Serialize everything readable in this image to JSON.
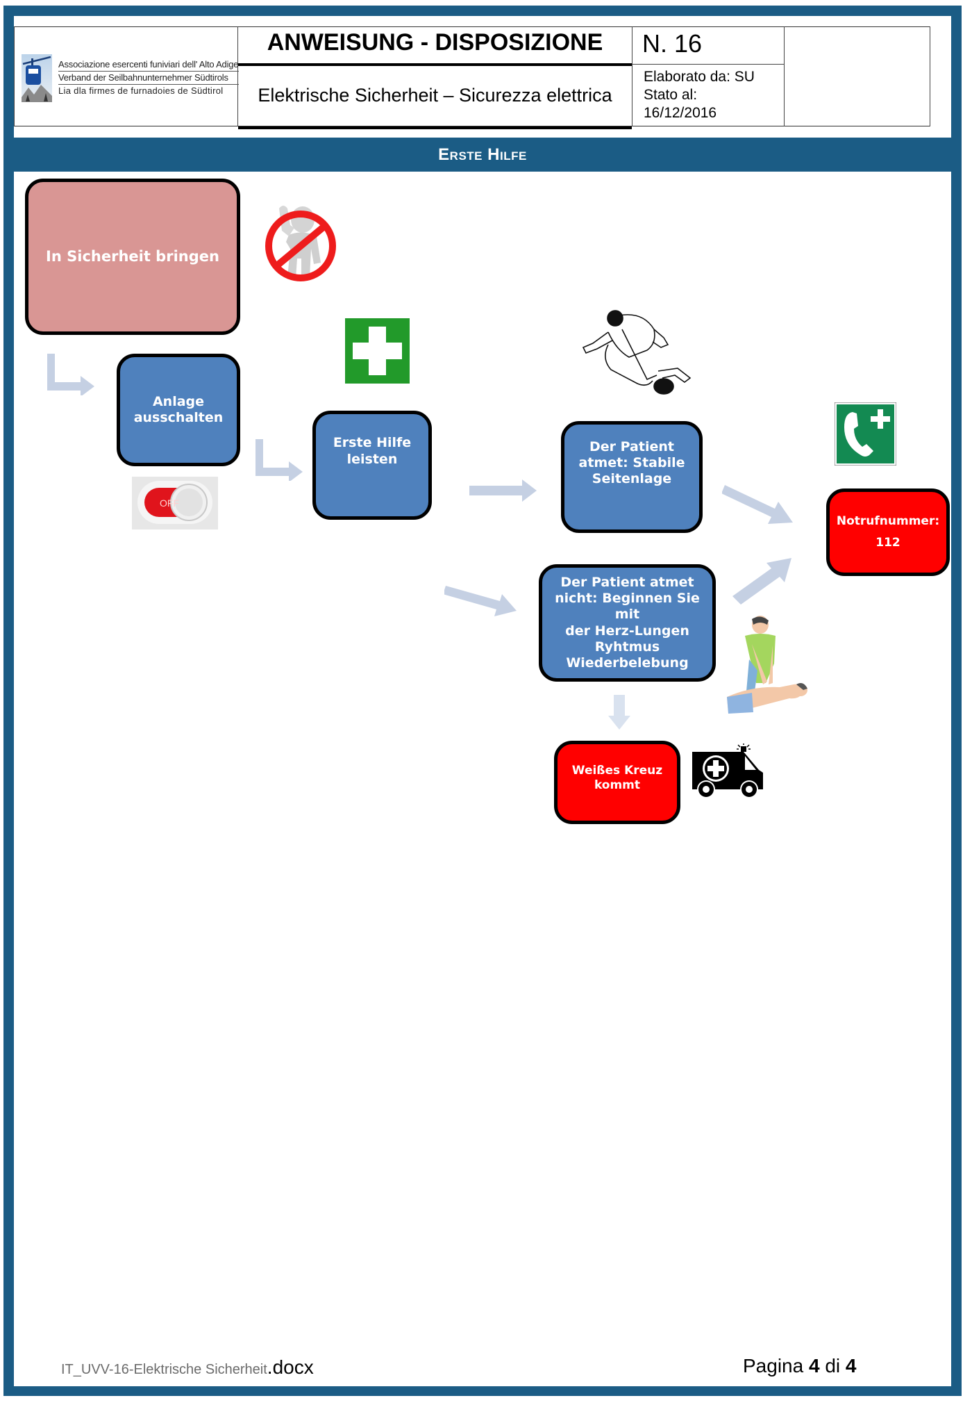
{
  "header": {
    "logo": {
      "icon": "cable-car-icon",
      "lines": [
        "Associazione esercenti funiviari dell' Alto Adige",
        "Verband der Seilbahnunternehmer Südtirols",
        "Lia dla firmes de furnadoies de Südtirol"
      ]
    },
    "title": "ANWEISUNG - DISPOSIZIONE",
    "subtitle": "Elektrische Sicherheit – Sicurezza elettrica",
    "number": "N. 16",
    "prepared_by": "Elaborato da: SU",
    "status_label": "Stato al:",
    "status_date": "16/12/2016"
  },
  "section": {
    "title": "Erste Hilfe"
  },
  "flowchart": {
    "steps": {
      "safety": "In Sicherheit bringen",
      "switch_off": [
        "Anlage",
        "ausschalten"
      ],
      "first_aid": [
        "Erste Hilfe",
        "leisten"
      ],
      "breathing": [
        "Der Patient",
        "atmet: Stabile",
        "Seitenlage"
      ],
      "not_breathing": [
        "Der Patient atmet",
        "nicht: Beginnen Sie mit",
        "der Herz-Lungen",
        "Ryhtmus",
        "Wiederbelebung"
      ],
      "emergency_label": "Notrufnummer:",
      "emergency_number": "112",
      "ambulance": [
        "Weißes Kreuz",
        "kommt"
      ]
    },
    "icons": {
      "stop": "stop-person-prohibited-icon",
      "switch": "off-switch-icon",
      "first_aid_sign": "first-aid-cross-icon",
      "recovery": "recovery-position-illustration",
      "phone": "emergency-phone-icon",
      "cpr": "cpr-illustration",
      "ambulance": "ambulance-icon"
    },
    "switch_label": "OFF",
    "colors": {
      "pink": "#d99694",
      "blue": "#4f81bd",
      "red": "#ff0000",
      "arrow": "#c5d0e3",
      "green_sign": "#229a2a",
      "phone_sign": "#138a52"
    }
  },
  "footer": {
    "filename": "IT_UVV-16-Elektrische Sicherheit",
    "extension": ".docx",
    "page_prefix": "Pagina",
    "page_current": "4",
    "page_sep": "di",
    "page_total": "4"
  },
  "colors": {
    "frame": "#1b5c85"
  }
}
